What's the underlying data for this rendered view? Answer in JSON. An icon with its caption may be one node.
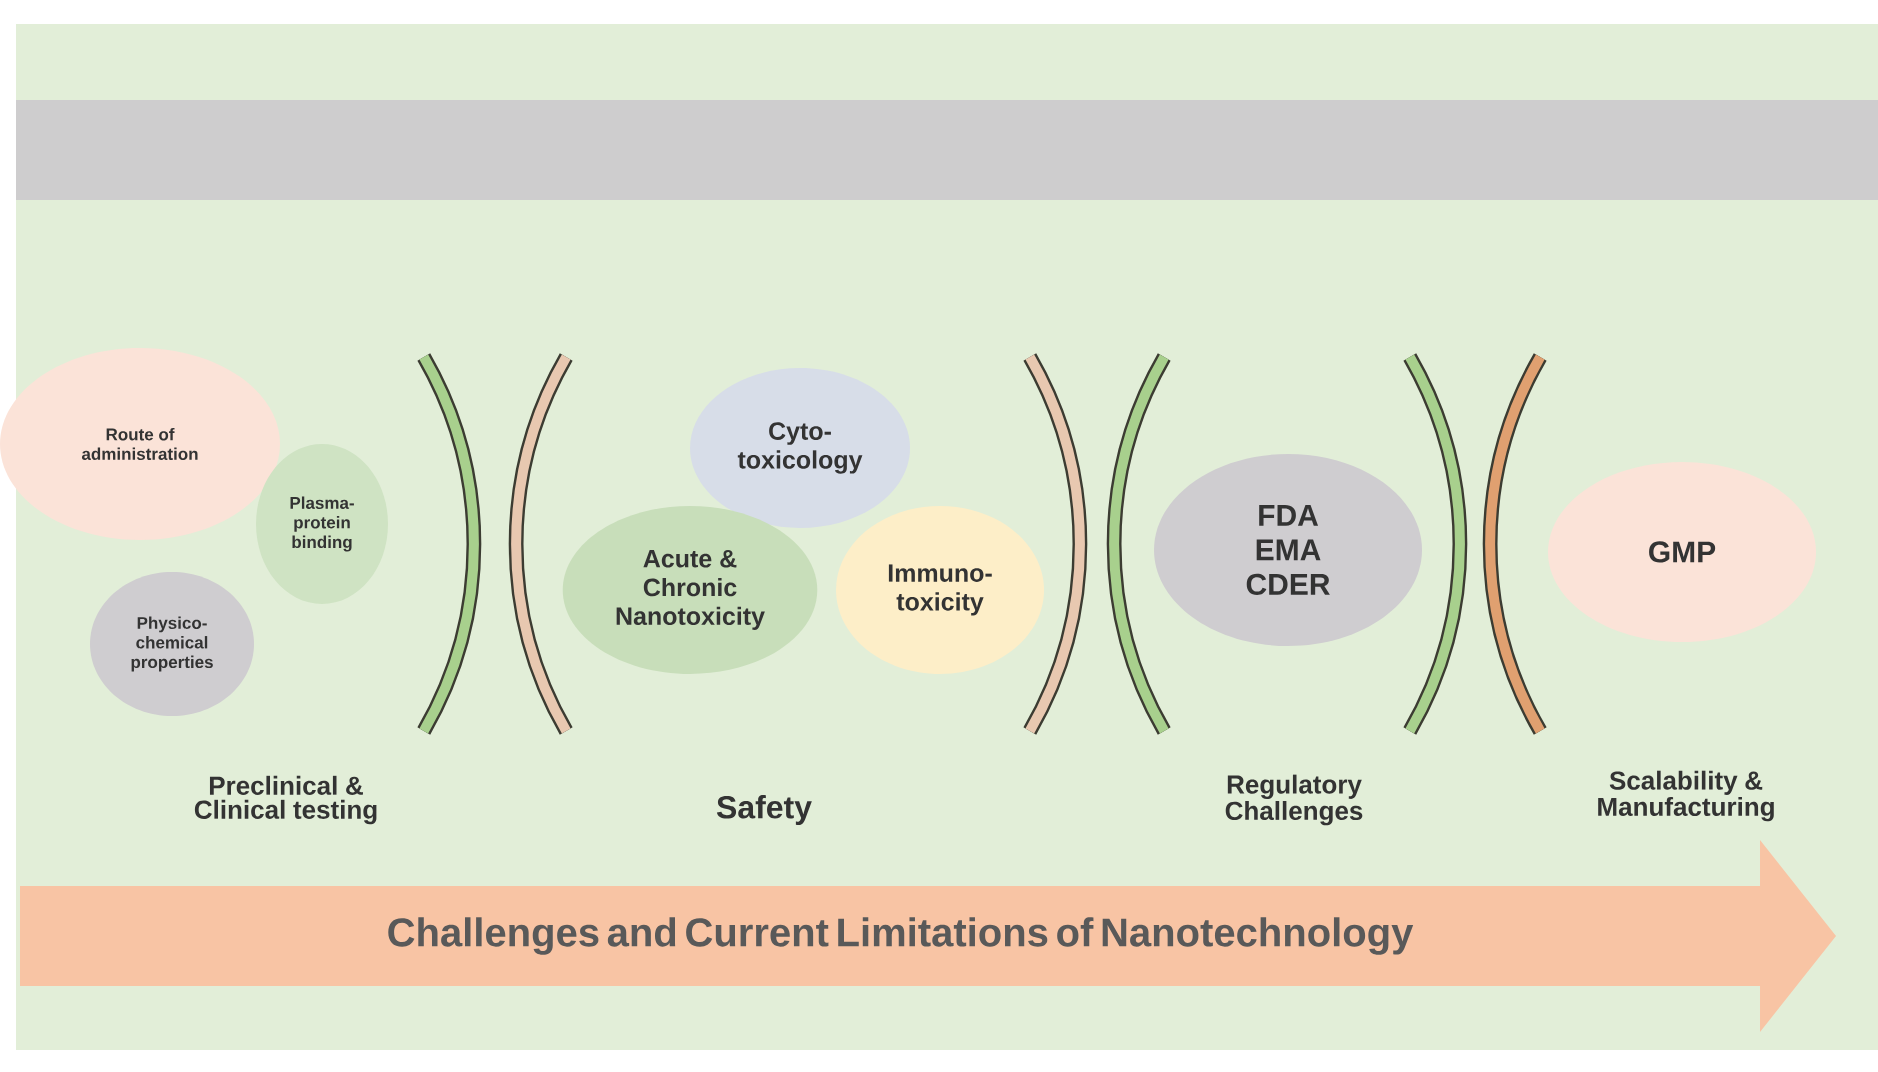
{
  "diagram": {
    "nodes": [
      {
        "text": [
          "Route of administration"
        ]
      },
      {
        "text": [
          "Plasma-protein binding"
        ]
      },
      {
        "text": [
          "Physico-chemical properties"
        ]
      },
      {
        "text": [
          "Cyto-toxicology"
        ]
      },
      {
        "text": [
          "Acute & Chronic Nanotoxicity"
        ]
      },
      {
        "text": [
          "Immuno-toxicity"
        ]
      },
      {
        "text": [
          "FDA EMA CDER"
        ]
      },
      {
        "text": [
          "GMP"
        ]
      },
      {
        "text": [
          "Challenges and Current Limitations of Nanotechnology"
        ]
      }
    ],
    "labels": [
      "Preclinical & Clinical testing",
      "Safety",
      "Regulatory Challenges",
      "Scalability & Manufacturing"
    ]
  }
}
